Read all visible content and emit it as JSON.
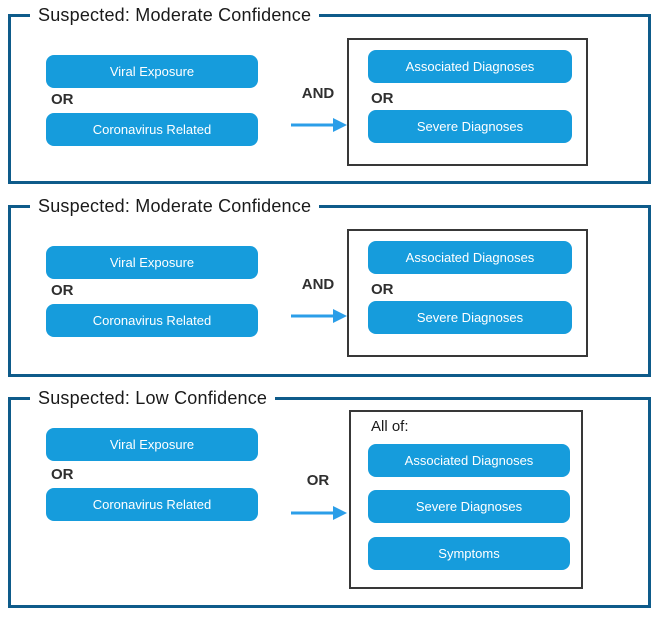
{
  "colors": {
    "panel_border": "#0E5B8A",
    "box_blue": "#169CDC",
    "arrow_blue": "#2B9EE8",
    "group_border": "#383838",
    "title_text": "#1A1A1A",
    "box_text": "#FFFFFF"
  },
  "panels": [
    {
      "title": "Suspected: Moderate Confidence",
      "box1": "Viral Exposure",
      "left_operator": "OR",
      "box2": "Coronavirus Related",
      "connector_operator": "AND",
      "group_box1": "Associated Diagnoses",
      "group_operator": "OR",
      "group_box2": "Severe Diagnoses"
    },
    {
      "title": "Suspected: Moderate Confidence",
      "box1": "Viral Exposure",
      "left_operator": "OR",
      "box2": "Coronavirus Related",
      "connector_operator": "AND",
      "group_box1": "Associated Diagnoses",
      "group_operator": "OR",
      "group_box2": "Severe Diagnoses"
    },
    {
      "title": "Suspected: Low Confidence",
      "box1": "Viral Exposure",
      "left_operator": "OR",
      "box2": "Coronavirus Related",
      "connector_operator": "OR",
      "group_header": "All of:",
      "group_box1": "Associated Diagnoses",
      "group_box2": "Severe Diagnoses",
      "group_box3": "Symptoms"
    }
  ]
}
